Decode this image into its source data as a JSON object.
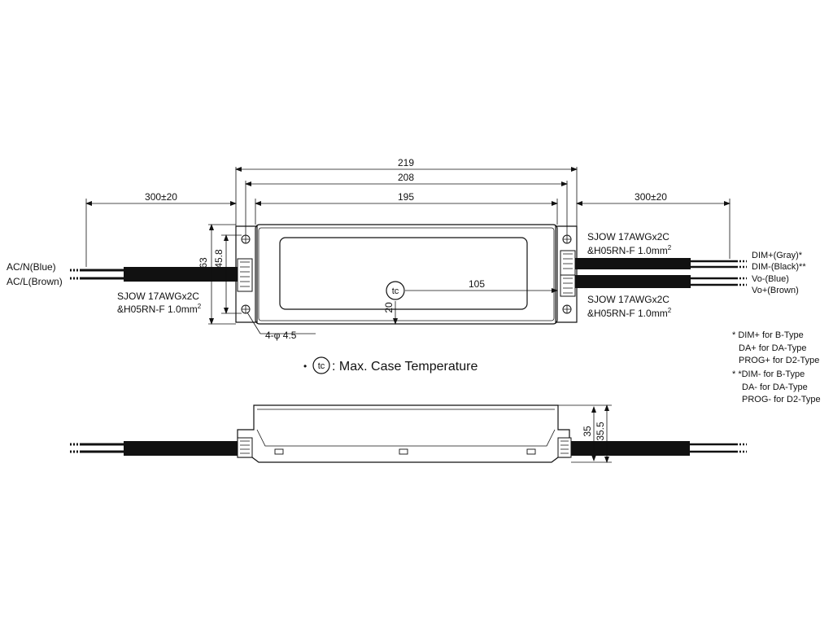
{
  "dimensions": {
    "overall_length": "219",
    "mount_hole_spacing": "208",
    "body_length": "195",
    "left_wire_length": "300±20",
    "right_wire_length": "300±20",
    "width": "63",
    "inner_width": "45.8",
    "tc_offset_x": "105",
    "tc_offset_y": "20",
    "hole_callout": "4-φ 4.5",
    "height": "35",
    "height_overall": "35.5"
  },
  "wires": {
    "input_n": "AC/N(Blue)",
    "input_l": "AC/L(Brown)",
    "dim_plus": "DIM+(Gray)*",
    "dim_minus": "DIM-(Black)**",
    "vo_minus": "Vo-(Blue)",
    "vo_plus": "Vo+(Brown)"
  },
  "cables": {
    "left_cable_line1": "SJOW 17AWGx2C",
    "left_cable_line2": "&H05RN-F 1.0mm",
    "right_top_cable_line1": "SJOW 17AWGx2C",
    "right_top_cable_line2": "&H05RN-F 1.0mm",
    "right_bottom_cable_line1": "SJOW 17AWGx2C",
    "right_bottom_cable_line2": "&H05RN-F 1.0mm",
    "superscript": "2"
  },
  "legend": {
    "tc_symbol": "tc",
    "tc_caption": ": Max. Case Temperature",
    "bullet": "•"
  },
  "notes": [
    "* DIM+ for B-Type",
    "DA+ for DA-Type",
    "PROG+ for D2-Type",
    "* *DIM- for B-Type",
    "DA- for DA-Type",
    "PROG- for D2-Type"
  ]
}
